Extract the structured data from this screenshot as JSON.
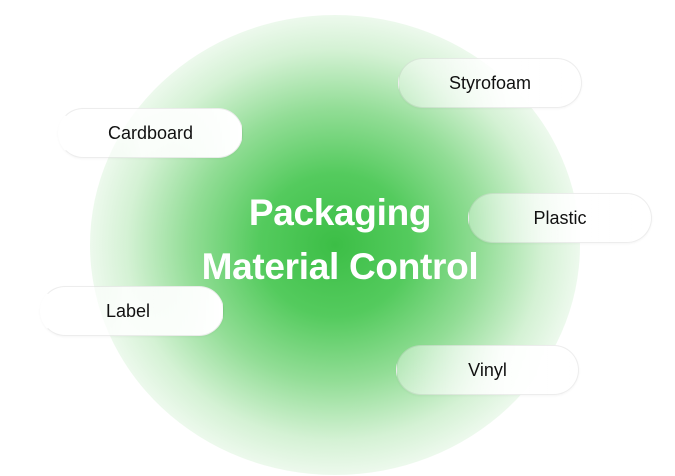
{
  "diagram": {
    "center": {
      "line1": "Packaging",
      "line2": "Material Control"
    },
    "materials": [
      {
        "label": "Styrofoam"
      },
      {
        "label": "Cardboard"
      },
      {
        "label": "Plastic"
      },
      {
        "label": "Label"
      },
      {
        "label": "Vinyl"
      }
    ],
    "colors": {
      "center_glow": "#3cbe46",
      "center_text": "#ffffff",
      "pill_text": "#111111"
    }
  }
}
